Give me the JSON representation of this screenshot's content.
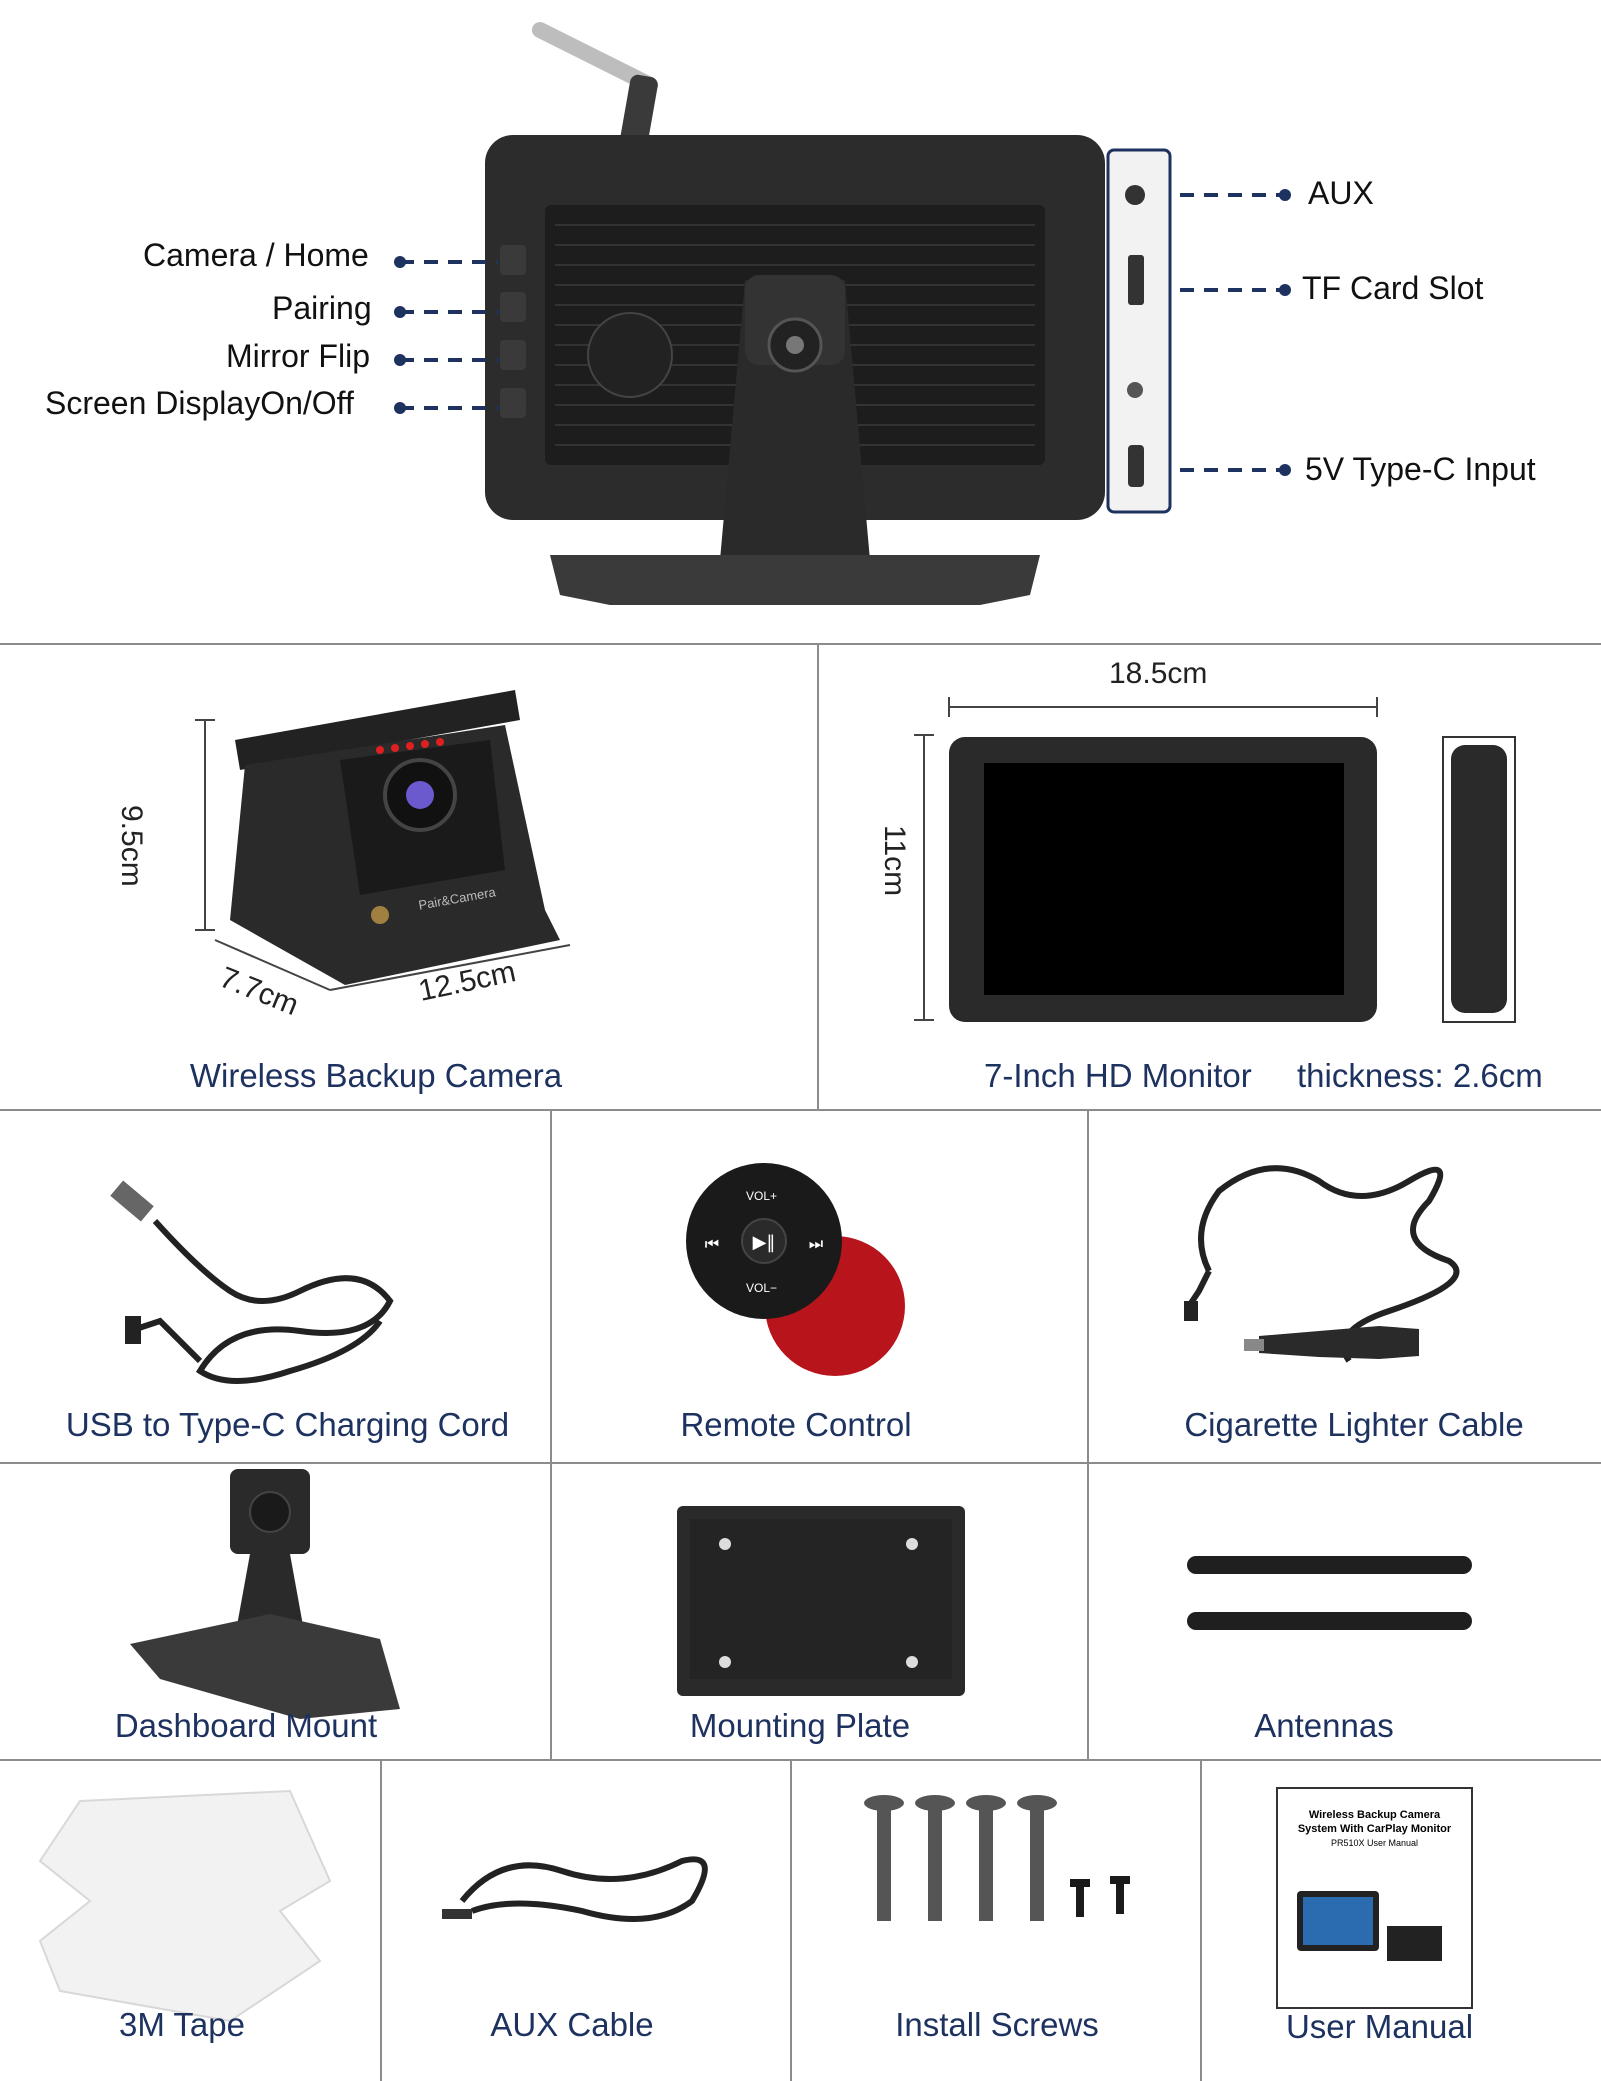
{
  "monitor_back": {
    "left_callouts": [
      "Camera / Home",
      "Pairing",
      "Mirror Flip",
      "Screen DisplayOn/Off"
    ],
    "right_callouts": [
      "AUX",
      "TF Card Slot",
      "5V Type-C Input"
    ]
  },
  "camera": {
    "dim_height": "9.5cm",
    "dim_depth": "7.7cm",
    "dim_width": "12.5cm",
    "body_label": "Pair&Camera",
    "caption": "Wireless Backup Camera"
  },
  "monitor": {
    "dim_width": "18.5cm",
    "dim_height": "11cm",
    "caption": "7-Inch HD Monitor",
    "thickness": "thickness: 2.6cm"
  },
  "accessories_row1": [
    "USB to Type-C Charging Cord",
    "Remote Control",
    "Cigarette Lighter Cable"
  ],
  "remote": {
    "vol_up": "VOL+",
    "vol_down": "VOL−"
  },
  "accessories_row2": [
    "Dashboard Mount",
    "Mounting Plate",
    "Antennas"
  ],
  "accessories_row3": [
    "3M Tape",
    "AUX Cable",
    "Install Screws",
    "User Manual"
  ],
  "manual_cover": {
    "title_line1": "Wireless Backup Camera",
    "title_line2": "System With CarPlay Monitor",
    "subtitle": "PR510X User Manual"
  }
}
